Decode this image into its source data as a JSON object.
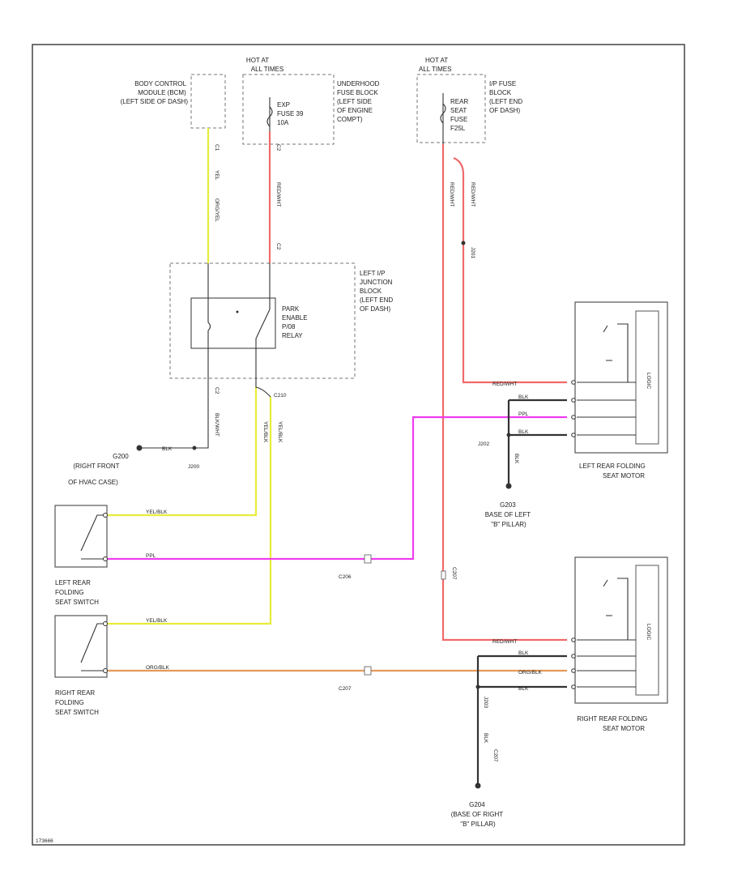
{
  "components": {
    "bcm": [
      "BODY CONTROL",
      "MODULE (BCM)",
      "(LEFT SIDE OF DASH)"
    ],
    "hot_left": "HOT AT ALL TIMES",
    "fuse_left": [
      "EXP",
      "FUSE 39",
      "10A"
    ],
    "underhood": [
      "UNDERHOOD",
      "FUSE BLOCK",
      "(LEFT SIDE",
      "OF ENGINE",
      "COMPT)"
    ],
    "hot_right": "HOT AT ALL TIMES",
    "fuse_right": [
      "REAR",
      "SEAT",
      "FUSE",
      "F25L"
    ],
    "ip_fuse": [
      "I/P FUSE",
      "BLOCK",
      "(LEFT END",
      "OF DASH)"
    ],
    "junction": [
      "LEFT I/P",
      "JUNCTION",
      "BLOCK",
      "(LEFT END",
      "OF DASH)"
    ],
    "relay": [
      "PARK",
      "ENABLE",
      "P/08",
      "RELAY"
    ],
    "ground_g200": [
      "G200",
      "(RIGHT FRONT",
      "OF HVAC CASE)"
    ],
    "ground_g203": [
      "G203",
      "BASE OF LEFT",
      "\"B\" PILLAR)"
    ],
    "ground_g204": [
      "G204",
      "(BASE OF RIGHT",
      "\"B\" PILLAR)"
    ],
    "left_switch": [
      "LEFT REAR",
      "FOLDING",
      "SEAT SWITCH"
    ],
    "right_switch": [
      "RIGHT REAR",
      "FOLDING",
      "SEAT SWITCH"
    ],
    "left_motor": [
      "LEFT REAR FOLDING",
      "SEAT MOTOR"
    ],
    "right_motor": [
      "RIGHT REAR FOLDING",
      "SEAT MOTOR"
    ],
    "motor_tag": "LOGIC"
  },
  "wires": {
    "bcm_out": "YEL",
    "bcm_out_2": "ORG/YEL",
    "fuse_out": "RED/WHT",
    "relay_ground": "BLK/WHT",
    "ground_wire": "BLK",
    "yel_blk": "YEL/BLK",
    "yel_blk_2": "YEL/BLK",
    "ppl": "PPL",
    "red_wht_right": "RED/WHT",
    "red_wht_lower": "RED/WHT",
    "left_blk_1": "BLK",
    "left_ppl": "PPL",
    "left_blk_2": "BLK",
    "org_blk": "ORG/BLK",
    "right_blk_1": "BLK",
    "right_org": "ORG/BLK",
    "right_blk_2": "BLK",
    "ground_right": "BLK",
    "ground_left": "BLK"
  },
  "connectors": {
    "j200": "J200",
    "j201": "J201",
    "j202": "J202",
    "j203": "J203",
    "c206": "C206",
    "c207": "C207",
    "c207b": "C207",
    "c210": "C210",
    "c1": "C1",
    "c2": "C2"
  },
  "footer_code": "173666",
  "colors": {
    "yellow": "#e6ec3a",
    "red": "#f06a6a",
    "magenta": "#ee3cee",
    "orange": "#e59a5a",
    "black": "#333333"
  }
}
